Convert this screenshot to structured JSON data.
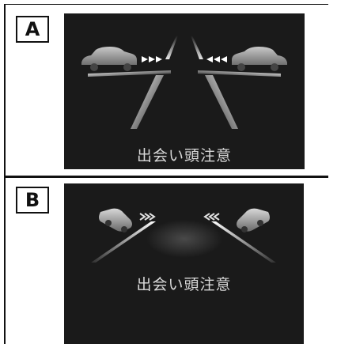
{
  "panels": [
    {
      "label": "A",
      "caption": "出会い頭注意"
    },
    {
      "label": "B",
      "caption": "出会い頭注意"
    }
  ],
  "colors": {
    "panel_bg": "#1a1a1a",
    "caption": "#d9d9d9",
    "graphic": "#ffffff"
  },
  "icons": [
    "car-left-icon",
    "car-right-icon",
    "arrow-right-icon",
    "arrow-left-icon",
    "lane-line-icon"
  ]
}
